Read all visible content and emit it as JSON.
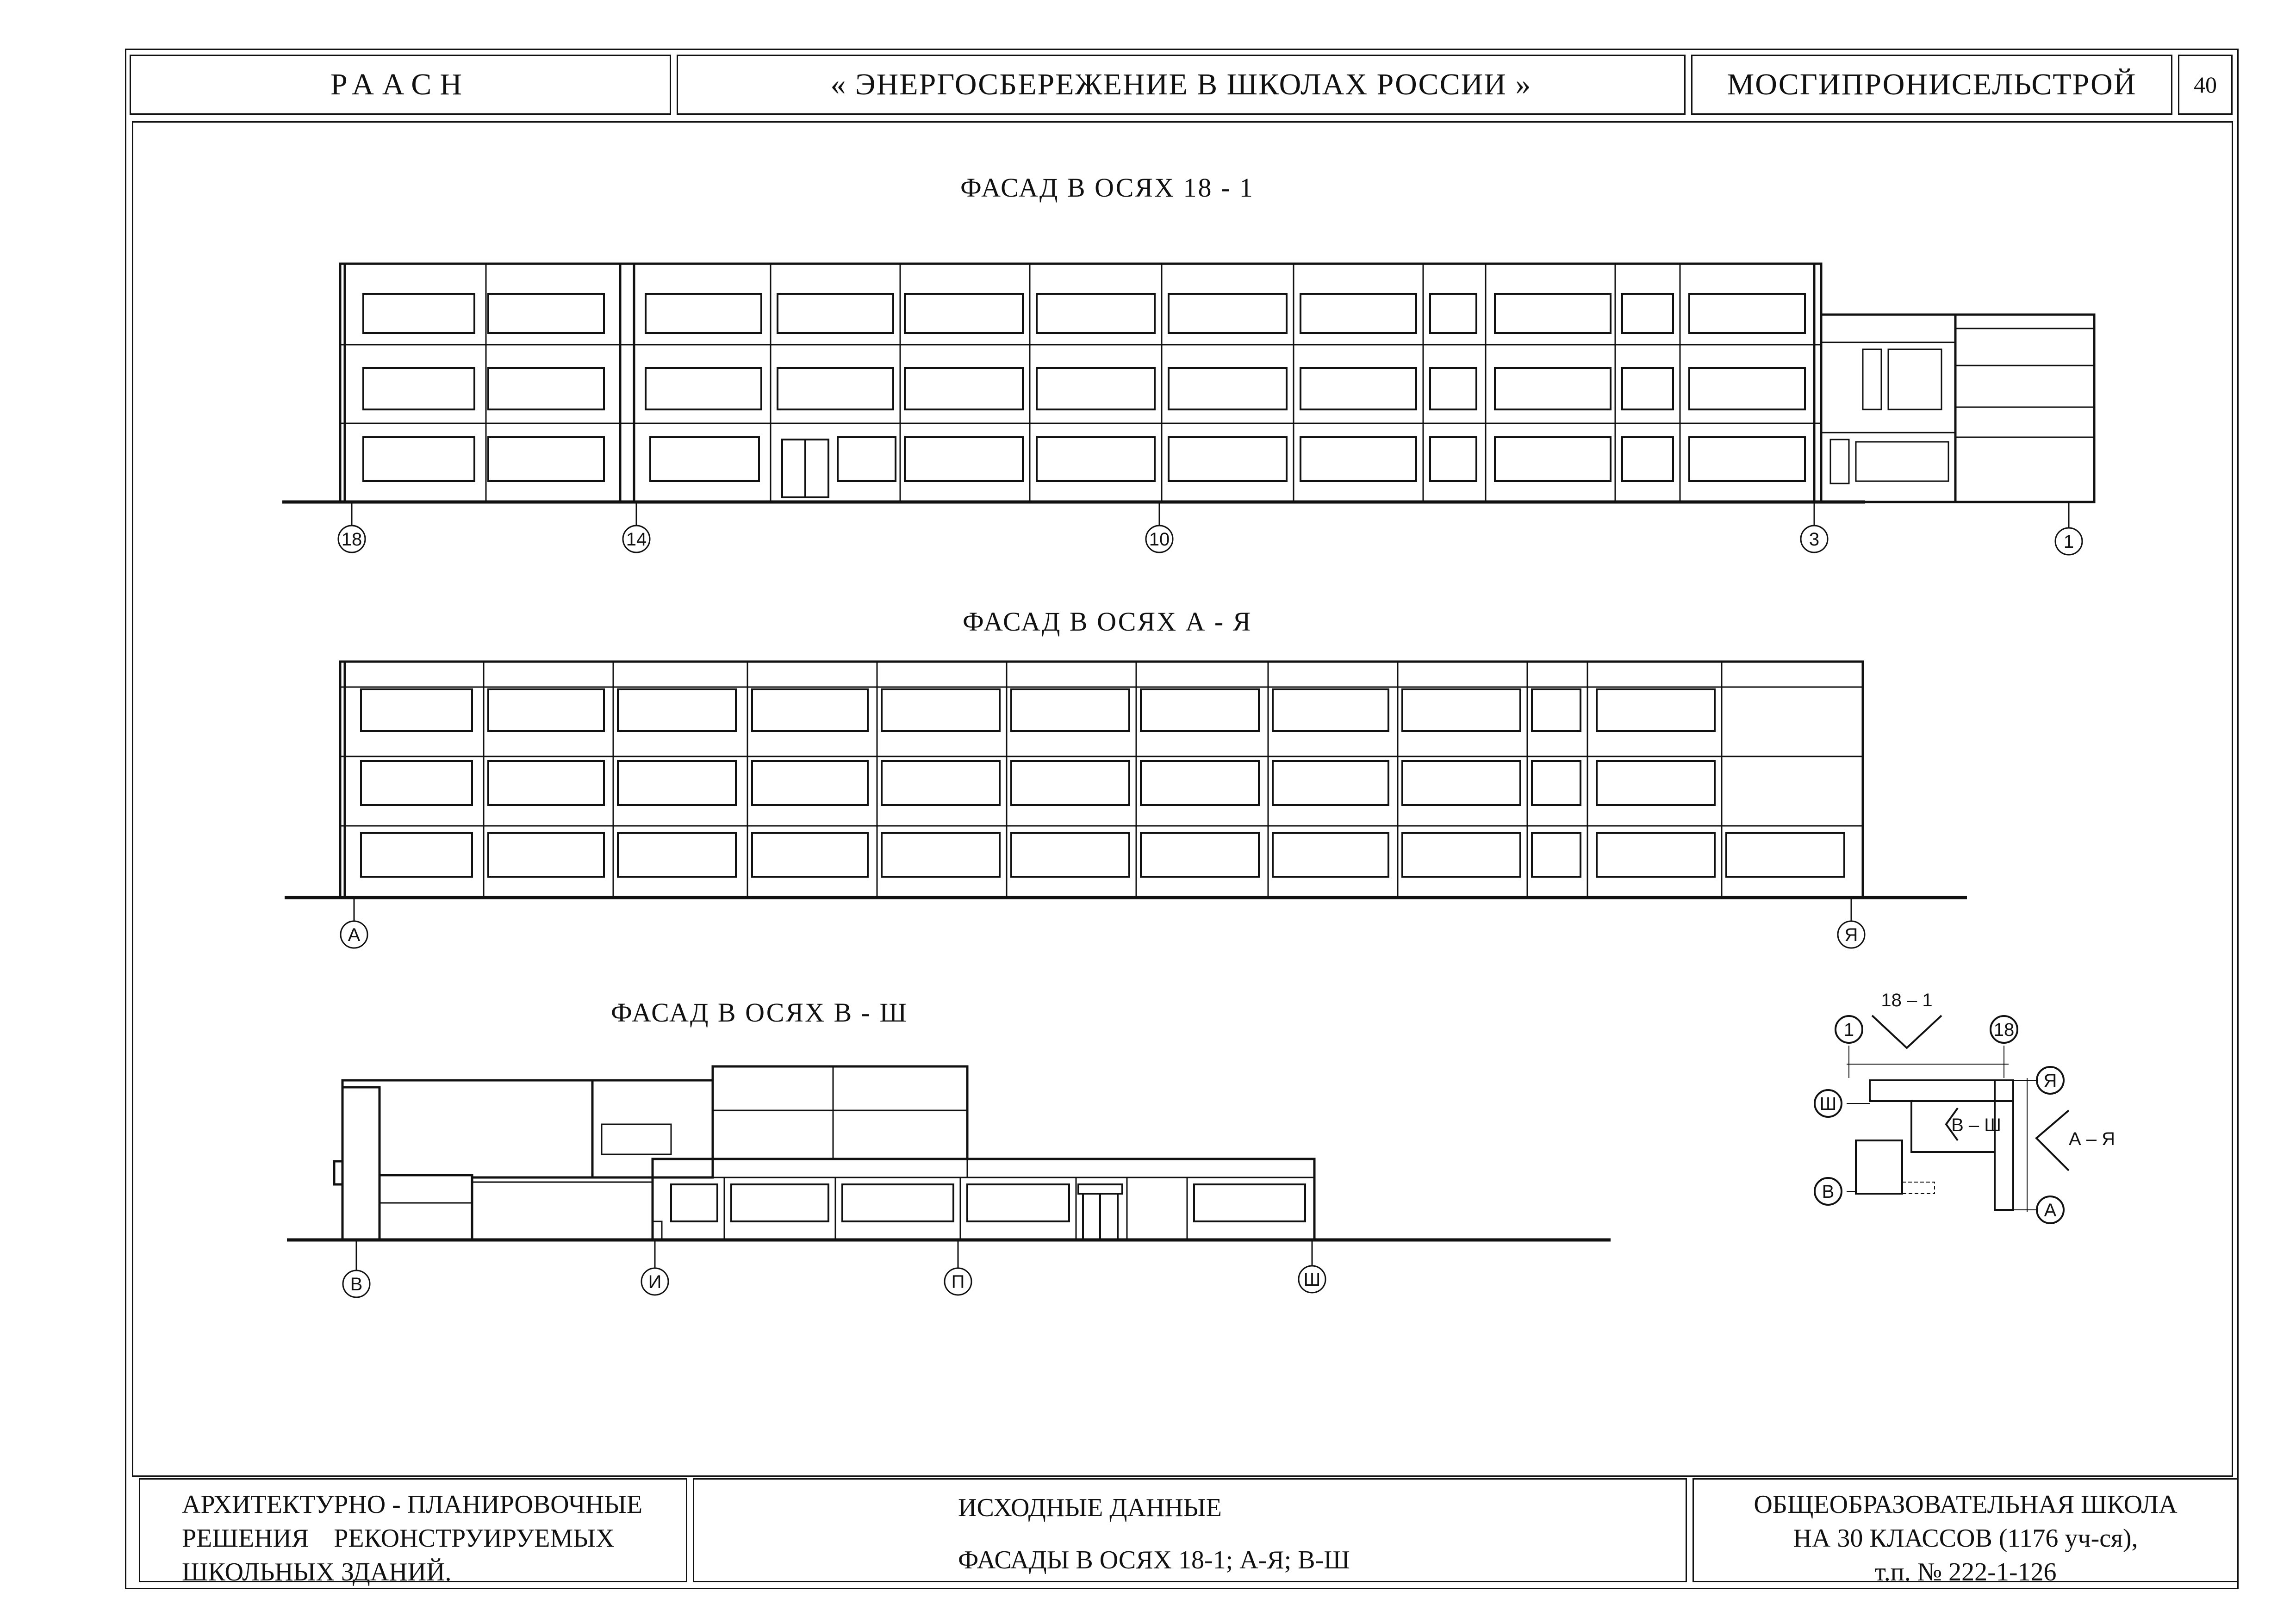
{
  "header": {
    "org": "РААСН",
    "program": "« ЭНЕРГОСБЕРЕЖЕНИЕ В ШКОЛАХ РОССИИ »",
    "institute": "МОСГИПРОНИСЕЛЬСТРОЙ",
    "page_number": "40"
  },
  "facades": [
    {
      "title": "ФАСАД В ОСЯХ 18 - 1",
      "axes": [
        "18",
        "14",
        "10",
        "3",
        "1"
      ]
    },
    {
      "title": "ФАСАД В ОСЯХ А - Я",
      "axes": [
        "А",
        "Я"
      ]
    },
    {
      "title": "ФАСАД В ОСЯХ В - Ш",
      "axes": [
        "В",
        "И",
        "П",
        "Ш"
      ]
    }
  ],
  "key_plan": {
    "view_18_1": "18 – 1",
    "view_a_ya": "А – Я",
    "view_v_sh": "В – Ш",
    "axis_1": "1",
    "axis_18": "18",
    "axis_ya": "Я",
    "axis_sh": "Ш",
    "axis_v": "В",
    "axis_a": "А"
  },
  "footer": {
    "left": [
      "АРХИТЕКТУРНО - ПЛАНИРОВОЧНЫЕ",
      "РЕШЕНИЯ РЕКОНСТРУИРУЕМЫХ",
      "ШКОЛЬНЫХ ЗДАНИЙ."
    ],
    "center": [
      "ИСХОДНЫЕ ДАННЫЕ",
      "ФАСАДЫ В ОСЯХ 18-1; А-Я; В-Ш"
    ],
    "right": [
      "ОБЩЕОБРАЗОВАТЕЛЬНАЯ ШКОЛА",
      "НА 30 КЛАССОВ (1176 уч-ся),",
      "т.п. № 222-1-126"
    ]
  }
}
